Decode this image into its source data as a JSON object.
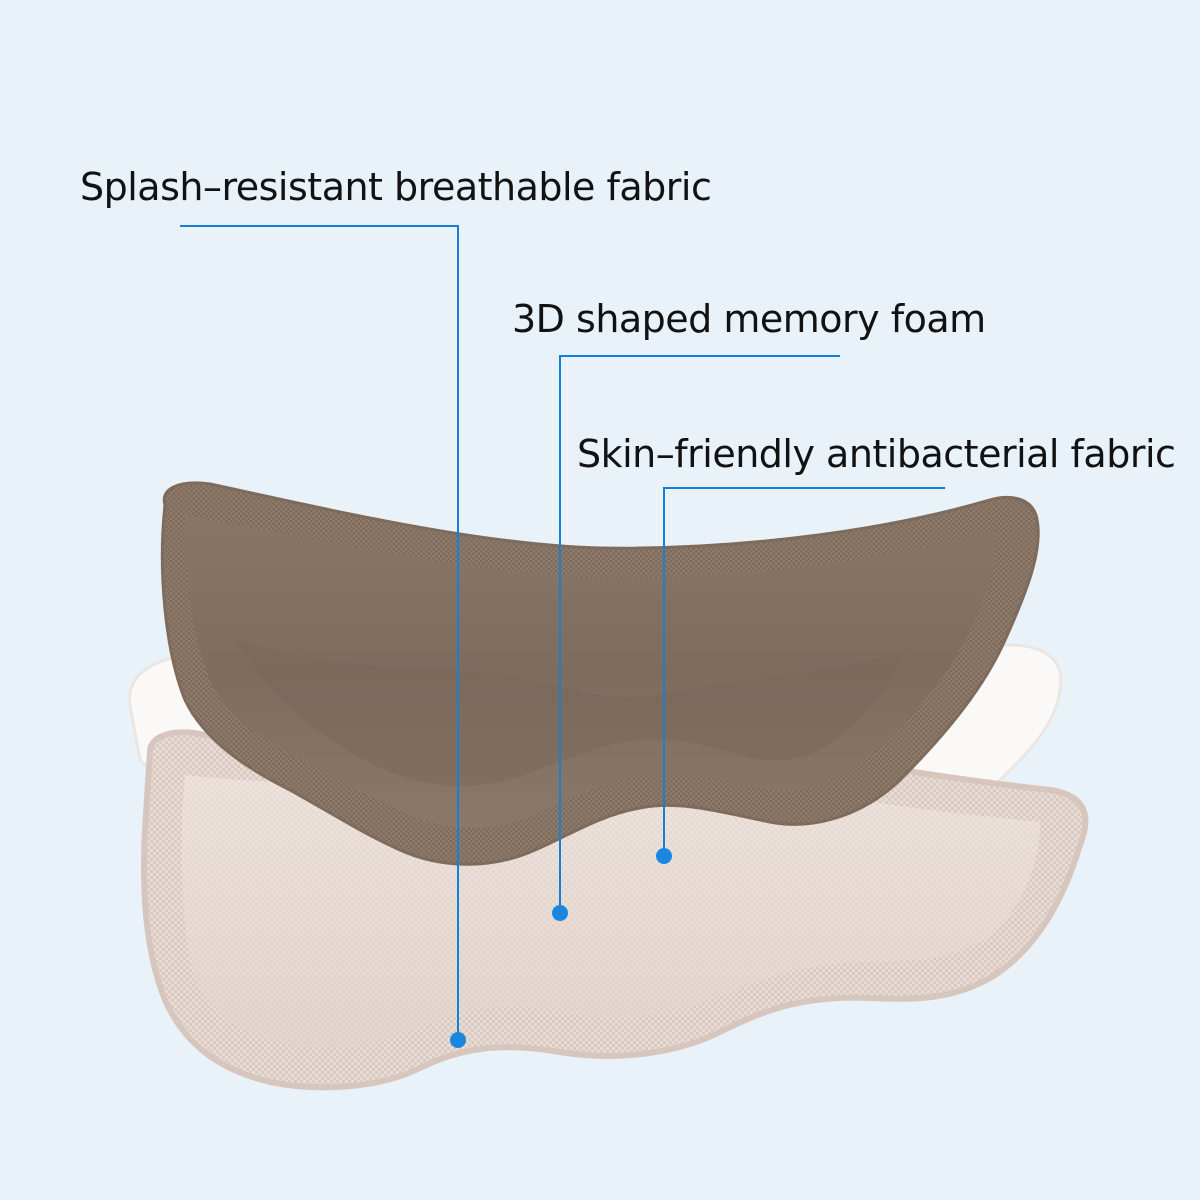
{
  "colors": {
    "background": "#e9f1f9",
    "callout_line": "#1580d8",
    "callout_dot": "#1a86e0",
    "label_text": "#121212",
    "top_layer": "#8e7a6a",
    "middle_layer": "#f9f8f5",
    "bottom_layer": "#e6d9d2"
  },
  "callouts": [
    {
      "id": "splash",
      "label": "Splash–resistant breathable fabric"
    },
    {
      "id": "foam",
      "label": "3D shaped memory foam"
    },
    {
      "id": "skin",
      "label": "Skin–friendly antibacterial fabric"
    }
  ]
}
